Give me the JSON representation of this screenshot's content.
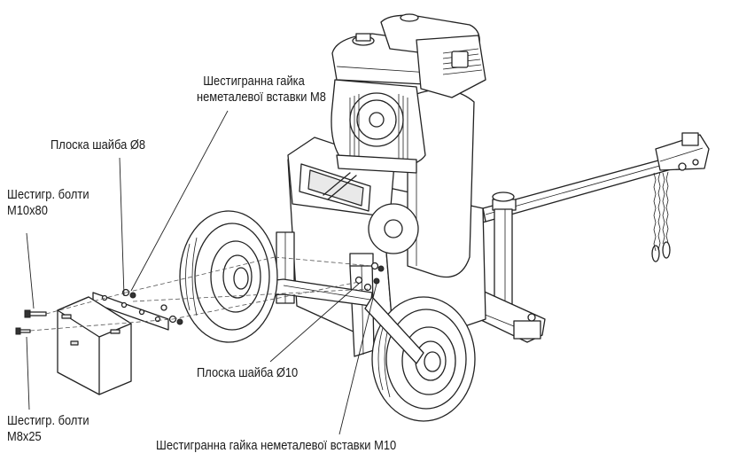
{
  "labels": {
    "hex_nut_m8_line1": "Шестигранна гайка",
    "hex_nut_m8_line2": "неметалевої вставки M8",
    "flat_washer_8": "Плоска шайба Ø8",
    "hex_bolts_m10_line1": "Шестигр. болти",
    "hex_bolts_m10_line2": "M10x80",
    "flat_washer_10": "Плоска шайба Ø10",
    "hex_bolts_m8_line1": "Шестигр. болти",
    "hex_bolts_m8_line2": "M8x25",
    "hex_nut_m10": "Шестигранна гайка неметалевої вставки M10"
  }
}
